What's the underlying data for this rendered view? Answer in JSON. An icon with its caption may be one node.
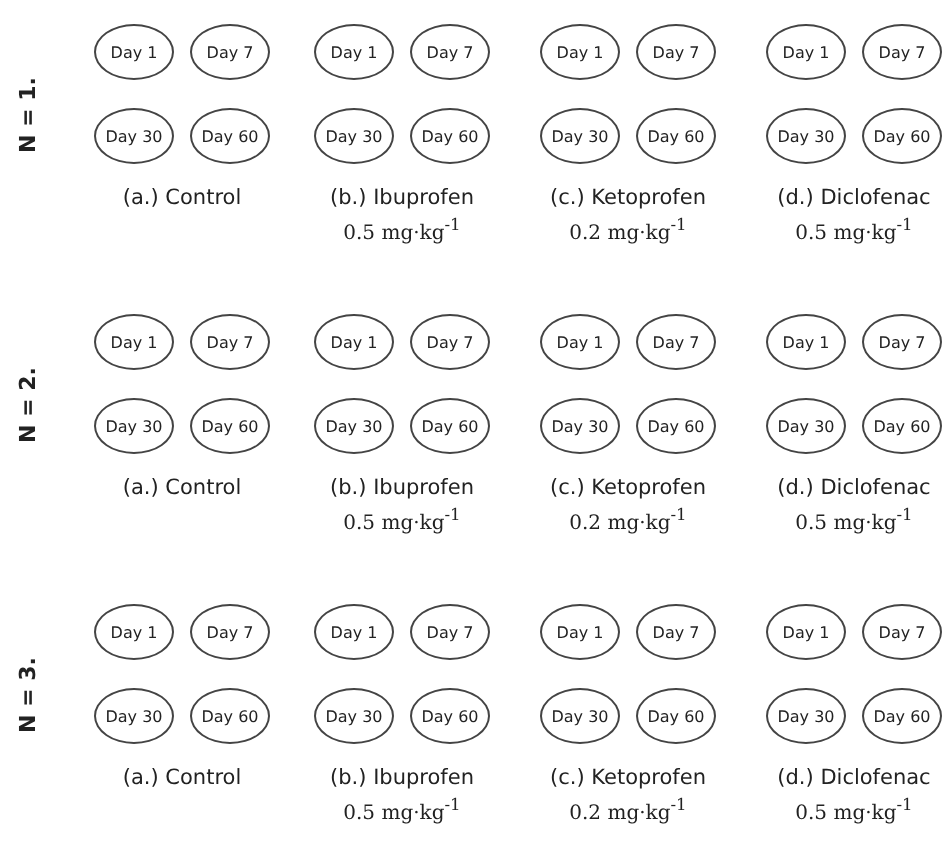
{
  "diagram": {
    "nodes": [
      {
        "text": [
          "Day 1"
        ]
      },
      {
        "text": [
          "Day 7"
        ]
      },
      {
        "text": [
          "Day 30"
        ]
      },
      {
        "text": [
          "Day 60"
        ]
      },
      {
        "text": [
          "Day 1"
        ]
      },
      {
        "text": [
          "Day 7"
        ]
      },
      {
        "text": [
          "Day 30"
        ]
      },
      {
        "text": [
          "Day 60"
        ]
      },
      {
        "text": [
          "Day 1"
        ]
      },
      {
        "text": [
          "Day 7"
        ]
      },
      {
        "text": [
          "Day 30"
        ]
      },
      {
        "text": [
          "Day 60"
        ]
      },
      {
        "text": [
          "Day 1"
        ]
      },
      {
        "text": [
          "Day 7"
        ]
      },
      {
        "text": [
          "Day 30"
        ]
      },
      {
        "text": [
          "Day 60"
        ]
      },
      {
        "text": [
          "Day 1"
        ]
      },
      {
        "text": [
          "Day 7"
        ]
      },
      {
        "text": [
          "Day 30"
        ]
      },
      {
        "text": [
          "Day 60"
        ]
      },
      {
        "text": [
          "Day 1"
        ]
      },
      {
        "text": [
          "Day 7"
        ]
      },
      {
        "text": [
          "Day 30"
        ]
      },
      {
        "text": [
          "Day 60"
        ]
      },
      {
        "text": [
          "Day 1"
        ]
      },
      {
        "text": [
          "Day 7"
        ]
      },
      {
        "text": [
          "Day 30"
        ]
      },
      {
        "text": [
          "Day 60"
        ]
      },
      {
        "text": [
          "Day 1"
        ]
      },
      {
        "text": [
          "Day 7"
        ]
      },
      {
        "text": [
          "Day 30"
        ]
      },
      {
        "text": [
          "Day 60"
        ]
      },
      {
        "text": [
          "Day 1"
        ]
      },
      {
        "text": [
          "Day 7"
        ]
      },
      {
        "text": [
          "Day 30"
        ]
      },
      {
        "text": [
          "Day 60"
        ]
      },
      {
        "text": [
          "Day 1"
        ]
      },
      {
        "text": [
          "Day 7"
        ]
      },
      {
        "text": [
          "Day 30"
        ]
      },
      {
        "text": [
          "Day 60"
        ]
      },
      {
        "text": [
          "Day 1"
        ]
      },
      {
        "text": [
          "Day 7"
        ]
      },
      {
        "text": [
          "Day 30"
        ]
      },
      {
        "text": [
          "Day 60"
        ]
      },
      {
        "text": [
          "Day 1"
        ]
      },
      {
        "text": [
          "Day 7"
        ]
      },
      {
        "text": [
          "Day 30"
        ]
      },
      {
        "text": [
          "Day 60"
        ]
      }
    ],
    "labels": [
      "N = 1.",
      "(a.) Control",
      "(b.) Ibuprofen",
      "0.5 mg·kg$^{-1}$",
      "(c.) Ketoprofen",
      "0.2 mg·kg$^{-1}$",
      "(d.) Diclofenac",
      "0.5 mg·kg$^{-1}$",
      "N = 2.",
      "(a.) Control",
      "(b.) Ibuprofen",
      "0.5 mg·kg$^{-1}$",
      "(c.) Ketoprofen",
      "0.2 mg·kg$^{-1}$",
      "(d.) Diclofenac",
      "0.5 mg·kg$^{-1}$",
      "N = 3.",
      "(a.) Control",
      "(b.) Ibuprofen",
      "0.5 mg·kg$^{-1}$",
      "(c.) Ketoprofen",
      "0.2 mg·kg$^{-1}$",
      "(d.) Diclofenac",
      "0.5 mg·kg$^{-1}$"
    ]
  }
}
